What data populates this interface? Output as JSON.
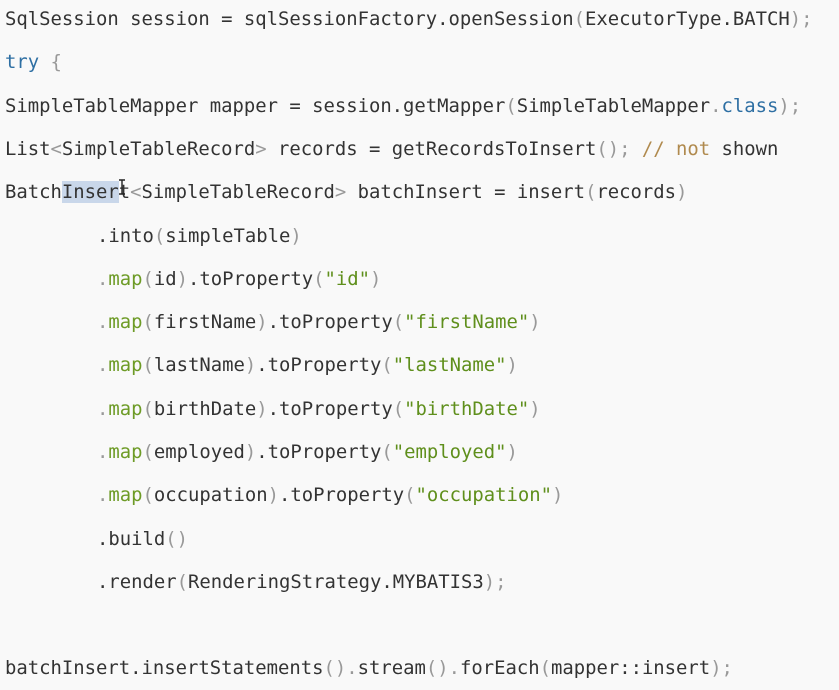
{
  "code_lines": [
    {
      "indent": false,
      "tokens": [
        {
          "t": "SqlSession session = sqlSessionFactory.openSession",
          "c": ""
        },
        {
          "t": "(",
          "c": "p"
        },
        {
          "t": "ExecutorType.BATCH",
          "c": ""
        },
        {
          "t": ");",
          "c": "p"
        }
      ]
    },
    {
      "indent": false,
      "tokens": [
        {
          "t": "try",
          "c": "kw"
        },
        {
          "t": " {",
          "c": "p"
        }
      ]
    },
    {
      "indent": false,
      "tokens": [
        {
          "t": "SimpleTableMapper mapper = session.getMapper",
          "c": ""
        },
        {
          "t": "(",
          "c": "p"
        },
        {
          "t": "SimpleTableMapper",
          "c": ""
        },
        {
          "t": ".",
          "c": "p"
        },
        {
          "t": "class",
          "c": "kw"
        },
        {
          "t": ");",
          "c": "p"
        }
      ]
    },
    {
      "indent": false,
      "tokens": [
        {
          "t": "List",
          "c": ""
        },
        {
          "t": "<",
          "c": "p"
        },
        {
          "t": "SimpleTableRecord",
          "c": ""
        },
        {
          "t": ">",
          "c": "p"
        },
        {
          "t": " records = getRecordsToInsert",
          "c": ""
        },
        {
          "t": "();",
          "c": "p"
        },
        {
          "t": " // not",
          "c": "cm"
        },
        {
          "t": " shown",
          "c": ""
        }
      ]
    },
    {
      "indent": false,
      "tokens": [
        {
          "t": "Batch",
          "c": ""
        },
        {
          "t": "Inser",
          "c": "hl"
        },
        {
          "t": "t",
          "c": ""
        },
        {
          "t": "<",
          "c": "p"
        },
        {
          "t": "SimpleTableRecord",
          "c": ""
        },
        {
          "t": ">",
          "c": "p"
        },
        {
          "t": " batchInsert = insert",
          "c": ""
        },
        {
          "t": "(",
          "c": "p"
        },
        {
          "t": "records",
          "c": ""
        },
        {
          "t": ")",
          "c": "p"
        }
      ]
    },
    {
      "indent": true,
      "tokens": [
        {
          "t": ".into",
          "c": ""
        },
        {
          "t": "(",
          "c": "p"
        },
        {
          "t": "simpleTable",
          "c": ""
        },
        {
          "t": ")",
          "c": "p"
        }
      ]
    },
    {
      "indent": true,
      "tokens": [
        {
          "t": ".",
          "c": "p"
        },
        {
          "t": "map",
          "c": "fn"
        },
        {
          "t": "(",
          "c": "p"
        },
        {
          "t": "id",
          "c": ""
        },
        {
          "t": ")",
          "c": "p"
        },
        {
          "t": ".toProperty",
          "c": ""
        },
        {
          "t": "(",
          "c": "p"
        },
        {
          "t": "\"id\"",
          "c": "str"
        },
        {
          "t": ")",
          "c": "p"
        }
      ]
    },
    {
      "indent": true,
      "tokens": [
        {
          "t": ".",
          "c": "p"
        },
        {
          "t": "map",
          "c": "fn"
        },
        {
          "t": "(",
          "c": "p"
        },
        {
          "t": "firstName",
          "c": ""
        },
        {
          "t": ")",
          "c": "p"
        },
        {
          "t": ".toProperty",
          "c": ""
        },
        {
          "t": "(",
          "c": "p"
        },
        {
          "t": "\"firstName\"",
          "c": "str"
        },
        {
          "t": ")",
          "c": "p"
        }
      ]
    },
    {
      "indent": true,
      "tokens": [
        {
          "t": ".",
          "c": "p"
        },
        {
          "t": "map",
          "c": "fn"
        },
        {
          "t": "(",
          "c": "p"
        },
        {
          "t": "lastName",
          "c": ""
        },
        {
          "t": ")",
          "c": "p"
        },
        {
          "t": ".toProperty",
          "c": ""
        },
        {
          "t": "(",
          "c": "p"
        },
        {
          "t": "\"lastName\"",
          "c": "str"
        },
        {
          "t": ")",
          "c": "p"
        }
      ]
    },
    {
      "indent": true,
      "tokens": [
        {
          "t": ".",
          "c": "p"
        },
        {
          "t": "map",
          "c": "fn"
        },
        {
          "t": "(",
          "c": "p"
        },
        {
          "t": "birthDate",
          "c": ""
        },
        {
          "t": ")",
          "c": "p"
        },
        {
          "t": ".toProperty",
          "c": ""
        },
        {
          "t": "(",
          "c": "p"
        },
        {
          "t": "\"birthDate\"",
          "c": "str"
        },
        {
          "t": ")",
          "c": "p"
        }
      ]
    },
    {
      "indent": true,
      "tokens": [
        {
          "t": ".",
          "c": "p"
        },
        {
          "t": "map",
          "c": "fn"
        },
        {
          "t": "(",
          "c": "p"
        },
        {
          "t": "employed",
          "c": ""
        },
        {
          "t": ")",
          "c": "p"
        },
        {
          "t": ".toProperty",
          "c": ""
        },
        {
          "t": "(",
          "c": "p"
        },
        {
          "t": "\"employed\"",
          "c": "str"
        },
        {
          "t": ")",
          "c": "p"
        }
      ]
    },
    {
      "indent": true,
      "tokens": [
        {
          "t": ".",
          "c": "p"
        },
        {
          "t": "map",
          "c": "fn"
        },
        {
          "t": "(",
          "c": "p"
        },
        {
          "t": "occupation",
          "c": ""
        },
        {
          "t": ")",
          "c": "p"
        },
        {
          "t": ".toProperty",
          "c": ""
        },
        {
          "t": "(",
          "c": "p"
        },
        {
          "t": "\"occupation\"",
          "c": "str"
        },
        {
          "t": ")",
          "c": "p"
        }
      ]
    },
    {
      "indent": true,
      "tokens": [
        {
          "t": ".build",
          "c": ""
        },
        {
          "t": "()",
          "c": "p"
        }
      ]
    },
    {
      "indent": true,
      "tokens": [
        {
          "t": ".render",
          "c": ""
        },
        {
          "t": "(",
          "c": "p"
        },
        {
          "t": "RenderingStrategy.MYBATIS3",
          "c": ""
        },
        {
          "t": ");",
          "c": "p"
        }
      ]
    },
    {
      "indent": false,
      "tokens": [
        {
          "t": "batchInsert.insertStatements",
          "c": ""
        },
        {
          "t": "().",
          "c": "p"
        },
        {
          "t": "stream",
          "c": ""
        },
        {
          "t": "().",
          "c": "p"
        },
        {
          "t": "forEach",
          "c": ""
        },
        {
          "t": "(",
          "c": "p"
        },
        {
          "t": "mapper::insert",
          "c": ""
        },
        {
          "t": ");",
          "c": "p"
        }
      ]
    }
  ]
}
